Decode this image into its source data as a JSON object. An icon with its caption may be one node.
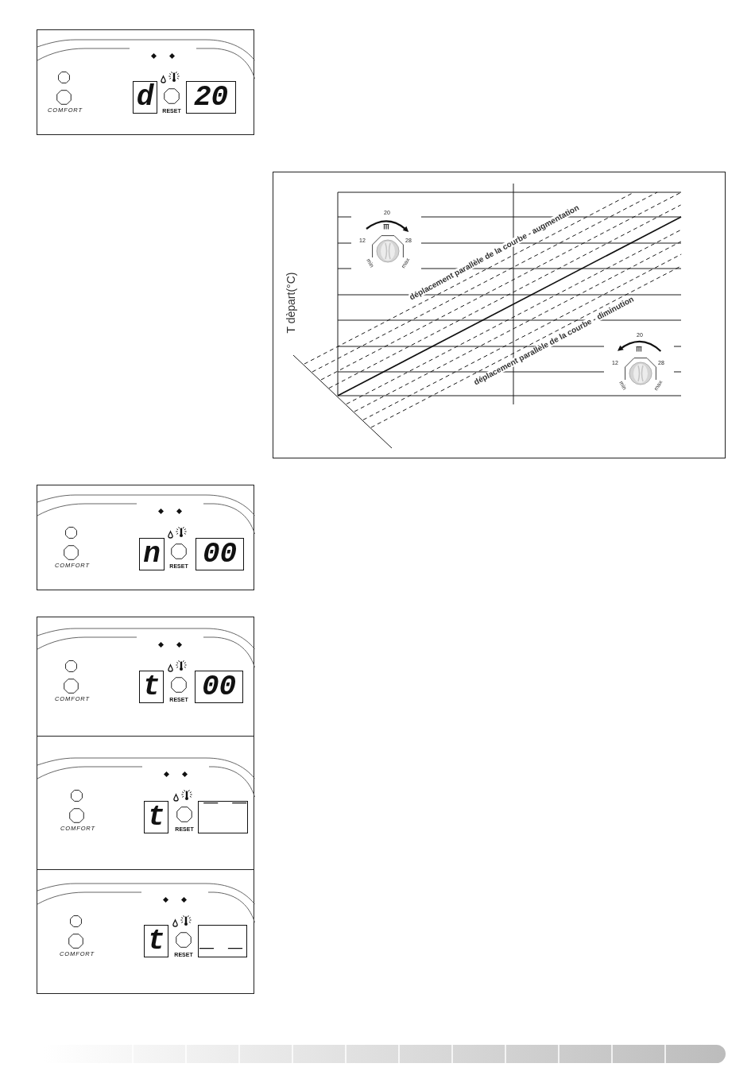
{
  "diagram": {
    "nodes": [
      {
        "text": [
          "COMFORT",
          "RESET"
        ]
      },
      {
        "text": [
          "d"
        ],
        "in": 0
      },
      {
        "text": [
          "20"
        ],
        "in": 0
      },
      {
        "text": [
          "T dèpart(°C)",
          "déplacement parallèle de la courbe - augmentation",
          "déplacement parallèle de la courbe - diminution"
        ]
      },
      {
        "text": [
          "20",
          "12",
          "28",
          "min",
          "max"
        ],
        "in": 3
      },
      {
        "text": [
          "20",
          "12",
          "28",
          "min",
          "max"
        ],
        "in": 3
      },
      {
        "text": [
          "COMFORT",
          "RESET"
        ]
      },
      {
        "text": [
          "n"
        ],
        "in": 6
      },
      {
        "text": [
          "00"
        ],
        "in": 6
      },
      {
        "text": [
          "COMFORT",
          "RESET"
        ]
      },
      {
        "text": [
          "t"
        ],
        "in": 9
      },
      {
        "text": [
          "00"
        ],
        "in": 9
      },
      {
        "text": [
          "COMFORT",
          "RESET"
        ]
      },
      {
        "text": [
          "t"
        ],
        "in": 12
      },
      {
        "text": [
          "‾ ‾"
        ],
        "in": 12
      },
      {
        "text": [
          "COMFORT",
          "RESET"
        ]
      },
      {
        "text": [
          "t"
        ],
        "in": 15
      },
      {
        "text": [
          "_ _"
        ],
        "in": 15
      }
    ]
  }
}
